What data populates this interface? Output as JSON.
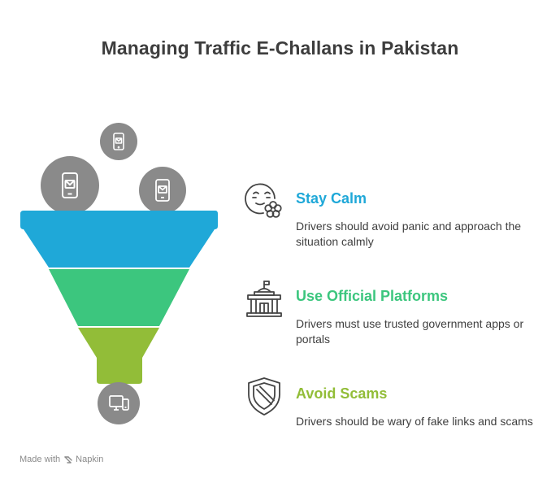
{
  "title": "Managing Traffic E-Challans in Pakistan",
  "colors": {
    "band_top": "#1fa8d8",
    "band_middle": "#3cc67e",
    "band_bottom": "#92bd38",
    "circle": "#8a8a8a",
    "icon_line": "#555555"
  },
  "funnel": {
    "input_icons": [
      "phone-message-icon",
      "phone-message-icon",
      "phone-message-icon"
    ],
    "output_icon": "device-monitor-icon"
  },
  "items": [
    {
      "title": "Stay Calm",
      "description": "Drivers should avoid panic and approach the situation calmly",
      "color": "#1fa8d8",
      "icon": "calm-face-flower-icon"
    },
    {
      "title": "Use Official Platforms",
      "description": "Drivers must use trusted government apps or portals",
      "color": "#3cc67e",
      "icon": "government-building-icon"
    },
    {
      "title": "Avoid Scams",
      "description": "Drivers should be wary of fake links and scams",
      "color": "#92bd38",
      "icon": "shield-slash-icon"
    }
  ],
  "footer": {
    "made_with": "Made with",
    "brand": "Napkin"
  }
}
